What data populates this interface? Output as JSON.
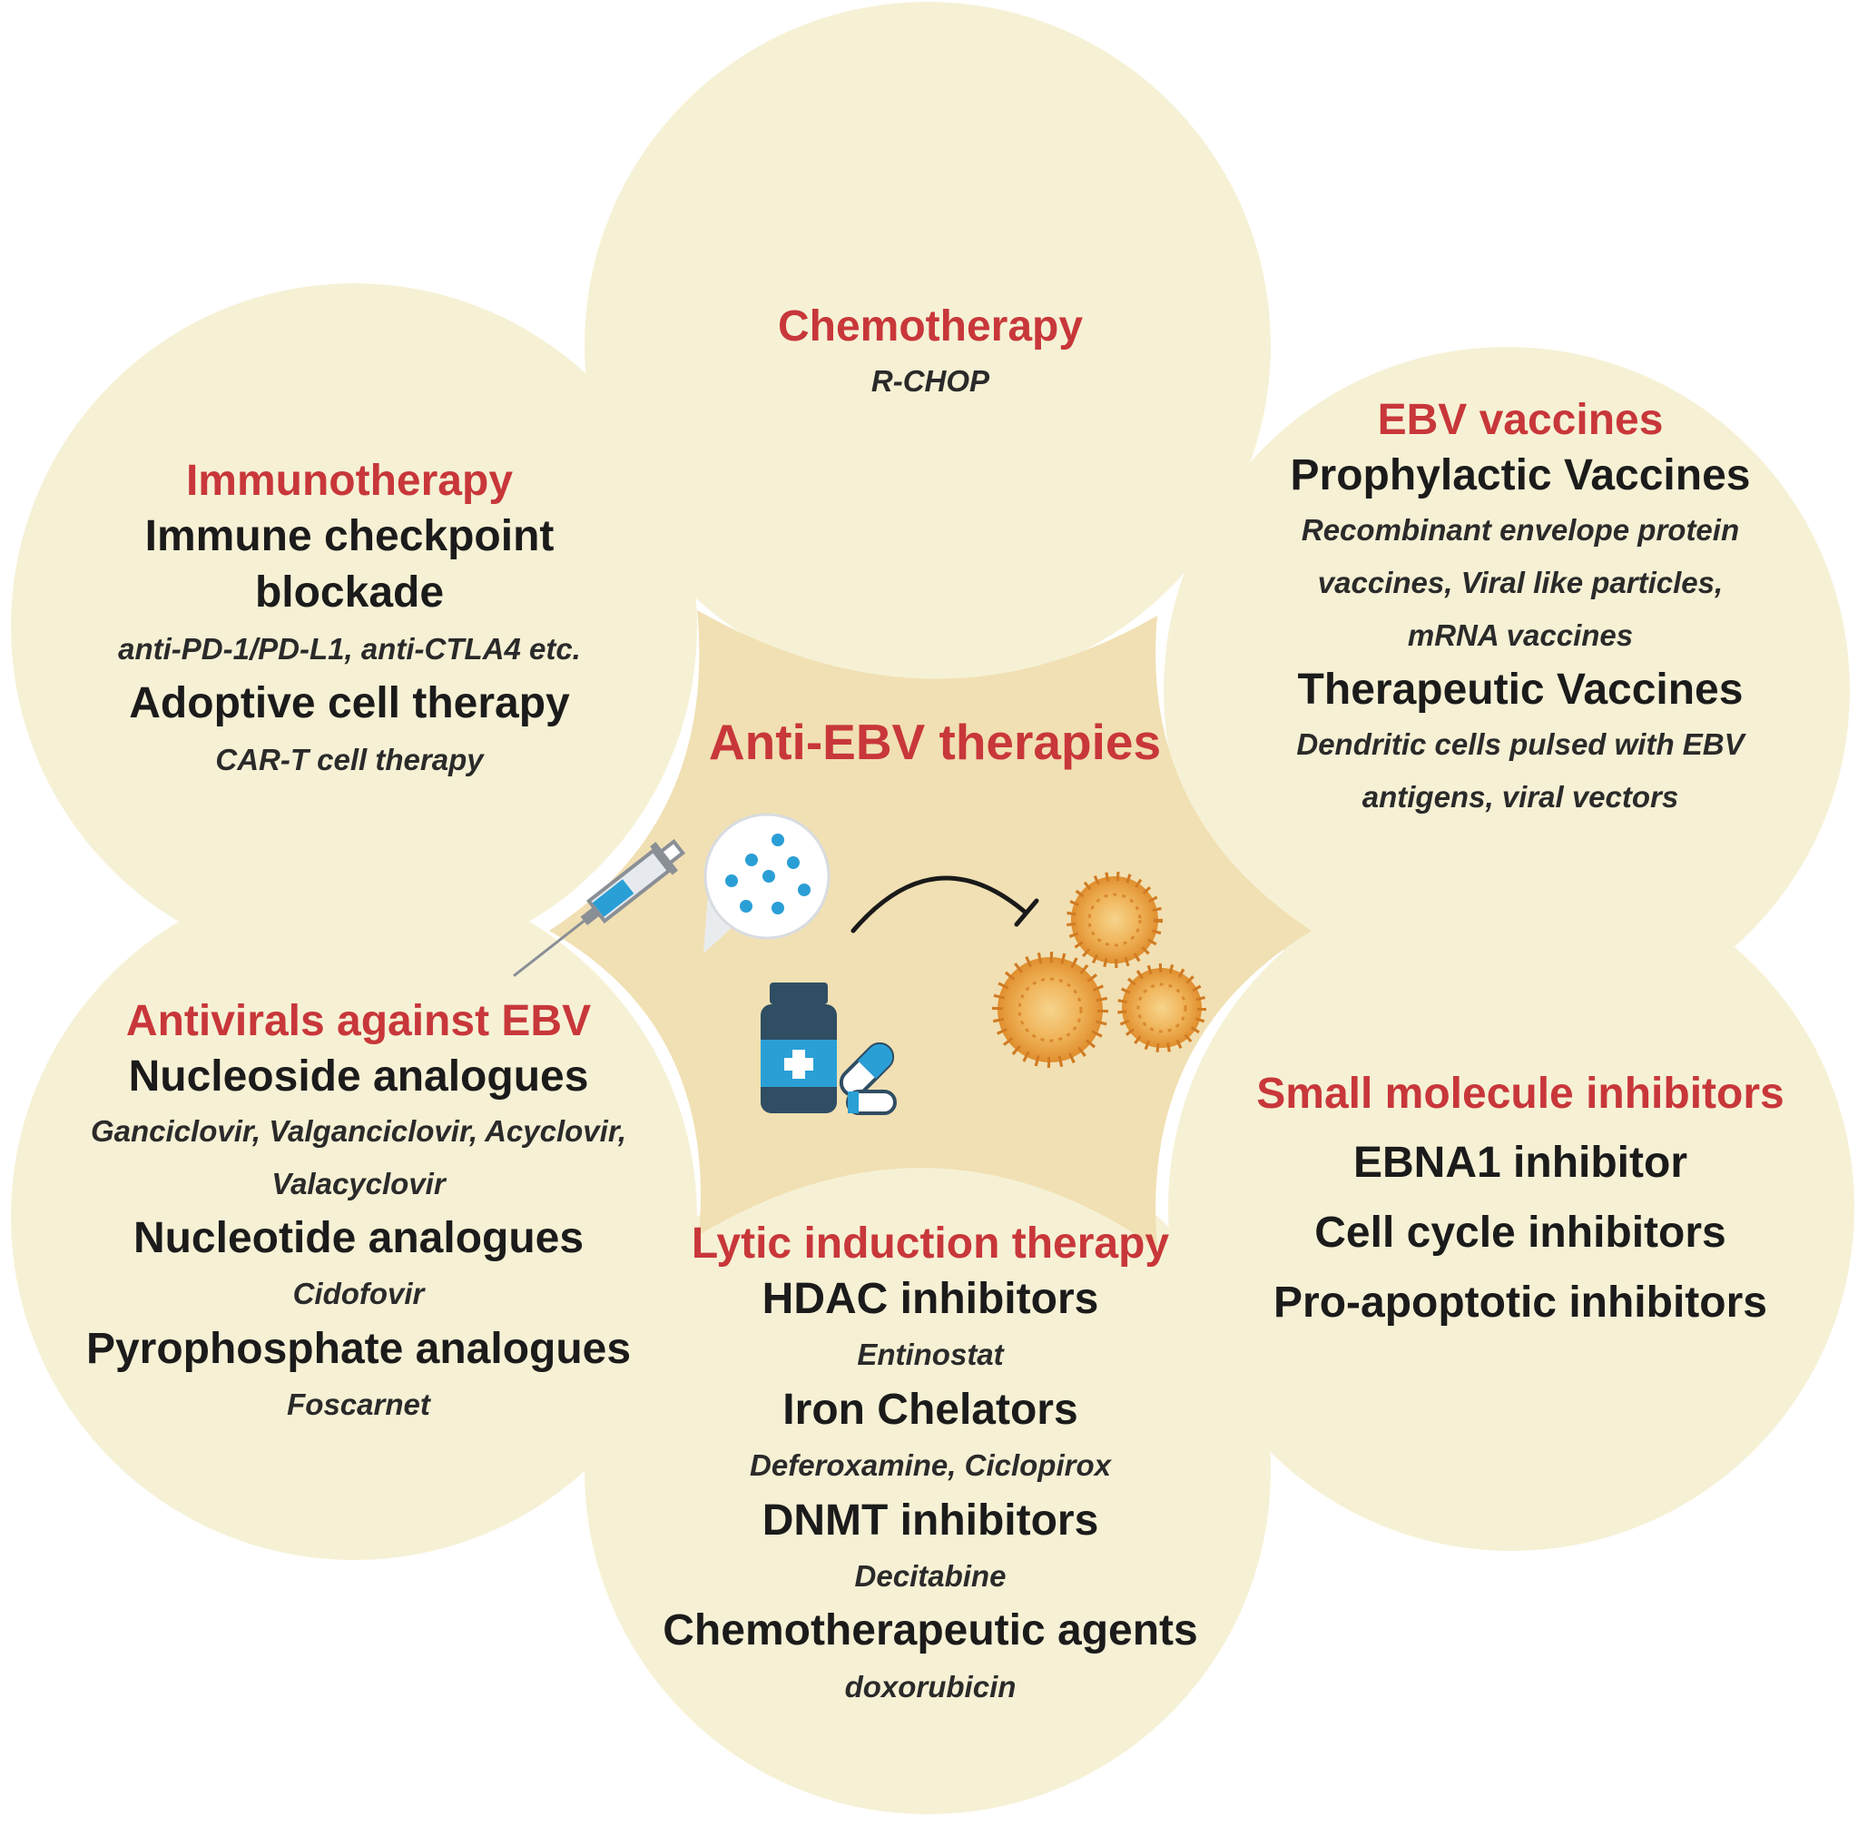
{
  "center": {
    "title": "Anti-EBV therapies"
  },
  "panels": {
    "chemotherapy": {
      "heading": "Chemotherapy",
      "examples": "R-CHOP"
    },
    "immunotherapy": {
      "heading": "Immunotherapy",
      "items": [
        {
          "name": "Immune checkpoint blockade",
          "examples": "anti-PD-1/PD-L1, anti-CTLA4 etc."
        },
        {
          "name": "Adoptive cell therapy",
          "examples": "CAR-T cell therapy"
        }
      ]
    },
    "vaccines": {
      "heading": "EBV vaccines",
      "items": [
        {
          "name": "Prophylactic Vaccines",
          "examples": [
            "Recombinant envelope protein",
            "vaccines, Viral like particles,",
            "mRNA vaccines"
          ]
        },
        {
          "name": "Therapeutic Vaccines",
          "examples": [
            "Dendritic cells pulsed with EBV",
            "antigens, viral vectors"
          ]
        }
      ]
    },
    "antivirals": {
      "heading": "Antivirals against EBV",
      "items": [
        {
          "name": "Nucleoside analogues",
          "examples": [
            "Ganciclovir, Valganciclovir, Acyclovir,",
            "Valacyclovir"
          ]
        },
        {
          "name": "Nucleotide analogues",
          "examples": [
            "Cidofovir"
          ]
        },
        {
          "name": "Pyrophosphate analogues",
          "examples": [
            "Foscarnet"
          ]
        }
      ]
    },
    "small_molecule": {
      "heading": "Small molecule inhibitors",
      "items": [
        "EBNA1  inhibitor",
        "Cell cycle inhibitors",
        "Pro-apoptotic inhibitors"
      ]
    },
    "lytic": {
      "heading": "Lytic induction therapy",
      "items": [
        {
          "name": "HDAC inhibitors",
          "examples": "Entinostat"
        },
        {
          "name": "Iron Chelators",
          "examples": "Deferoxamine, Ciclopirox"
        },
        {
          "name": "DNMT inhibitors",
          "examples": "Decitabine"
        },
        {
          "name": "Chemotherapeutic agents",
          "examples": "doxorubicin"
        }
      ]
    }
  },
  "colors": {
    "petal": "#f6f1d5",
    "center": "#f1e0b3",
    "heading": "#c8373a",
    "text": "#1b1b1b",
    "drug": "#2a9fd6",
    "bottle": "#2f4d63",
    "virus": "#e8a23a"
  },
  "icons": [
    "syringe-icon",
    "drug-particles-icon",
    "inhibition-arrow-icon",
    "medicine-bottle-icon",
    "capsule-icon",
    "virus-icon"
  ]
}
